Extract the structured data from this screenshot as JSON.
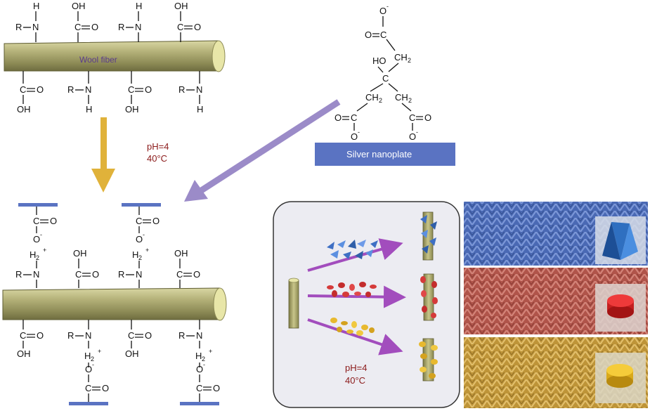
{
  "labels": {
    "wool_fiber": "Wool fiber",
    "silver_nanoplate": "Silver nanoplate",
    "ph_top": "pH=4",
    "temp_top": "40°C",
    "ph_inset": "pH=4",
    "temp_inset": "40°C"
  },
  "chem": {
    "H": "H",
    "R": "R",
    "N": "N",
    "C": "C",
    "O": "O",
    "OH": "OH",
    "HO": "HO",
    "O_minus": "O",
    "minus": "-",
    "plus": "+",
    "CH": "CH",
    "two": "2"
  },
  "colors": {
    "fiber_body": "#b5b27a",
    "fiber_end": "#e8e6a8",
    "plate_blue": "#5a73c2",
    "yellow_arrow": "#e0b23a",
    "purple_arrow": "#9b8bc8",
    "magenta_arrow": "#a24dbd",
    "condition_text": "#8b1a1a",
    "fabric_blue": "#4c6cb8",
    "fabric_red": "#b8584c",
    "fabric_yellow": "#c49a3c"
  },
  "icons": {
    "triangle_prism": "triangle-prism-icon",
    "red_disk": "red-disk-icon",
    "yellow_disk": "yellow-disk-icon"
  }
}
